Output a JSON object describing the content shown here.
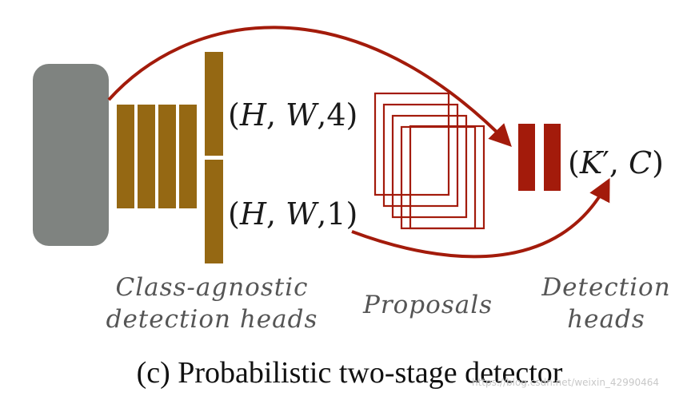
{
  "labels": {
    "hw4": "(H, W,4)",
    "hw1": "(H, W,1)",
    "kc": "(K′, C)"
  },
  "captions": {
    "heads_line1": "Class-agnostic",
    "heads_line2": "detection heads",
    "proposals": "Proposals",
    "detection_line1": "Detection",
    "detection_line2": "heads"
  },
  "title": "(c) Probabilistic two-stage detector",
  "watermark": "https://blog.csdn.net/weixin_42990464",
  "colors": {
    "backbone": "#7f8380",
    "features": "#956813",
    "proposals": "#a31b0b",
    "det_head": "#a31b0b",
    "arrow": "#a31b0b"
  }
}
